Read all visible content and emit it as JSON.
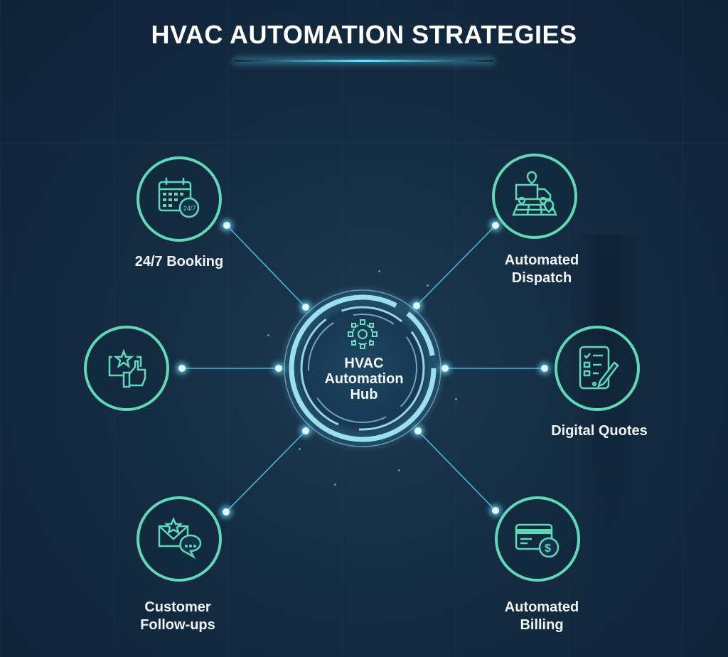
{
  "title": "HVAC AUTOMATION STRATEGIES",
  "colors": {
    "background": "#142c42",
    "node_ring": "#5ed8b8",
    "connector": "#4fd0f0",
    "hub_ring": "#9aeaff",
    "text": "#ffffff"
  },
  "hub": {
    "label_line1": "HVAC",
    "label_line2": "Automation",
    "label_line3": "Hub",
    "icon": "gear-network-icon"
  },
  "nodes": [
    {
      "id": "booking",
      "label_line1": "24/7 Booking",
      "label_line2": "",
      "icon": "calendar-clock-icon",
      "position": "top-left"
    },
    {
      "id": "dispatch",
      "label_line1": "Automated",
      "label_line2": "Dispatch",
      "icon": "truck-map-pin-icon",
      "position": "top-right"
    },
    {
      "id": "reviews",
      "label_line1": "",
      "label_line2": "",
      "icon": "star-thumbs-up-icon",
      "position": "middle-left"
    },
    {
      "id": "quotes",
      "label_line1": "Digital Quotes",
      "label_line2": "",
      "icon": "tablet-checklist-pen-icon",
      "position": "middle-right"
    },
    {
      "id": "followups",
      "label_line1": "Customer",
      "label_line2": "Follow-ups",
      "icon": "envelope-chat-icon",
      "position": "bottom-left"
    },
    {
      "id": "billing",
      "label_line1": "Automated",
      "label_line2": "Billing",
      "icon": "credit-card-dollar-icon",
      "position": "bottom-right"
    }
  ]
}
